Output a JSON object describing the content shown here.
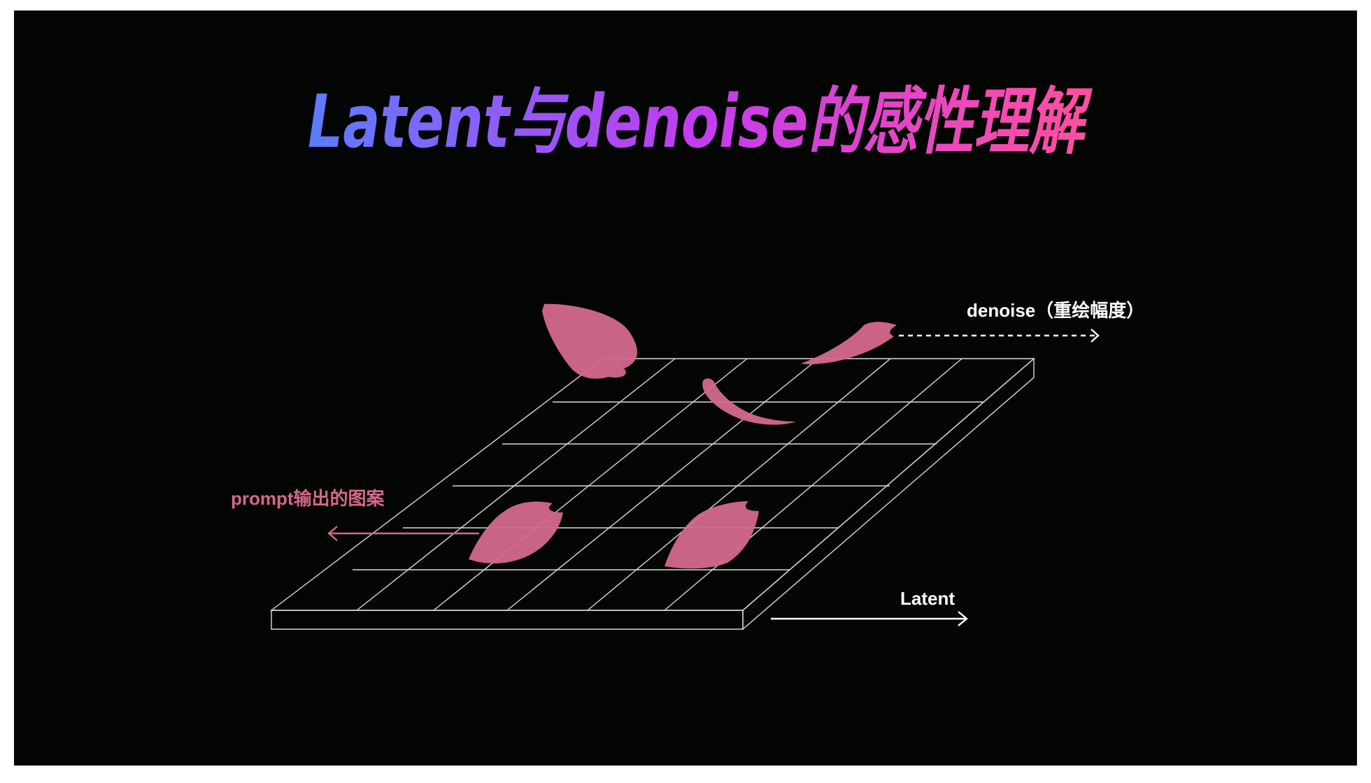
{
  "title": "Latent与denoise的感性理解",
  "labels": {
    "denoise": "denoise（重绘幅度）",
    "latent": "Latent",
    "prompt": "prompt输出的图案"
  },
  "colors": {
    "background": "#030503",
    "title_gradient_start": "#5b7cff",
    "title_gradient_mid": "#c33cf0",
    "title_gradient_end": "#ff4fa0",
    "petal": "#d5688f",
    "petal_label": "#d5688f",
    "grid_line": "#d9d9d9",
    "arrow_white": "#ffffff"
  },
  "icons": {
    "petals": "petal-shape",
    "arrows": "arrow-right / arrow-left"
  }
}
